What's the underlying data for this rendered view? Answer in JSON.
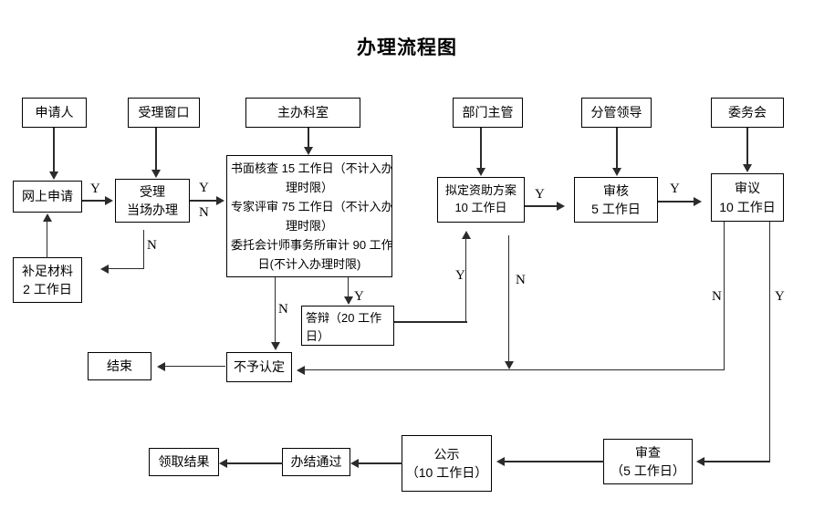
{
  "title": "办理流程图",
  "nodes": {
    "applicant": "申请人",
    "acceptance_window": "受理窗口",
    "host_department": "主办科室",
    "dept_manager": "部门主管",
    "branch_leader": "分管领导",
    "committee": "委务会",
    "online_application": "网上申请",
    "accept_line1": "受理",
    "accept_line2": "当场办理",
    "review_line1": "书面核查 15 工作日（不计入办",
    "review_line2": "理时限）",
    "review_line3": "专家评审 75 工作日（不计入办",
    "review_line4": "理时限）",
    "review_line5": "委托会计师事务所审计 90 工作",
    "review_line6": "日(不计入办理时限)",
    "plan_line1": "拟定资助方案",
    "plan_line2": "10 工作日",
    "audit_line1": "审核",
    "audit_line2": "5 工作日",
    "deliberate_line1": "审议",
    "deliberate_line2": "10 工作日",
    "supplement_line1": "补足材料",
    "supplement_line2": "2 工作日",
    "defense_line1": "答辩（20 工作",
    "defense_line2": "日）",
    "end": "结束",
    "not_recognized": "不予认定",
    "collect_result": "领取结果",
    "completed_pass": "办结通过",
    "publicity_line1": "公示",
    "publicity_line2": "（10 工作日）",
    "examine_line1": "审查",
    "examine_line2": "（5 工作日）"
  },
  "edge_labels": {
    "online_to_accept": "Y",
    "accept_to_review_y": "Y",
    "accept_to_review_n": "N",
    "accept_reject_n": "N",
    "review_to_defense_y": "Y",
    "review_to_notrec_n": "N",
    "defense_to_plan_y": "Y",
    "plan_to_audit_y": "Y",
    "plan_back_n": "N",
    "audit_to_deliberate_y": "Y",
    "deliberate_n": "N",
    "deliberate_y": "Y"
  },
  "colors": {
    "stroke": "#2b2b2b",
    "text": "#000000",
    "background": "#ffffff"
  }
}
